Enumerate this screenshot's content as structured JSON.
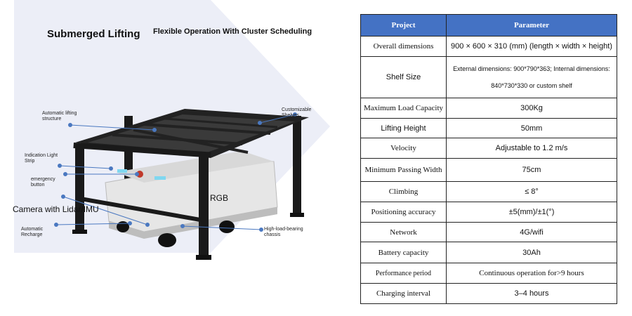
{
  "titles": {
    "main": "Submerged Lifting",
    "sub": "Flexible Operation With Cluster Scheduling"
  },
  "callouts": {
    "lifting_structure": "Automatic lifting structure",
    "indication_strip": "Indication Light Strip",
    "emergency_button": "emergency button",
    "camera": "Camera with Lidar/IMU",
    "recharge": "Automatic Recharge",
    "shelves": "Customizable Shelves",
    "rgb": "RGB",
    "chassis": "High-load-bearing chassis"
  },
  "colors": {
    "header": "#4472c4",
    "background_shape": "#eceef7"
  },
  "table": {
    "headers": [
      "Project",
      "Parameter"
    ],
    "rows": [
      {
        "key": "Overall dimensions",
        "value": "900 × 600 × 310 (mm) (length × width × height)"
      },
      {
        "key": "Shelf Size",
        "value": "External dimensions: 900*790*363; Internal dimensions:",
        "value2": "840*730*330 or custom shelf"
      },
      {
        "key": "Maximum Load Capacity",
        "value": "300Kg"
      },
      {
        "key": "Lifting Height",
        "value": "50mm"
      },
      {
        "key": "Velocity",
        "value": "Adjustable to 1.2 m/s"
      },
      {
        "key": "Minimum Passing Width",
        "value": "75cm"
      },
      {
        "key": "Climbing",
        "value": "≤ 8°"
      },
      {
        "key": "Positioning accuracy",
        "value": "±5(mm)/±1(°)"
      },
      {
        "key": "Network",
        "value": "4G/wifi"
      },
      {
        "key": "Battery capacity",
        "value": "30Ah"
      },
      {
        "key": "Performance period",
        "value": "Continuous operation for>9 hours"
      },
      {
        "key": "Charging interval",
        "value": "3–4 hours"
      }
    ]
  }
}
